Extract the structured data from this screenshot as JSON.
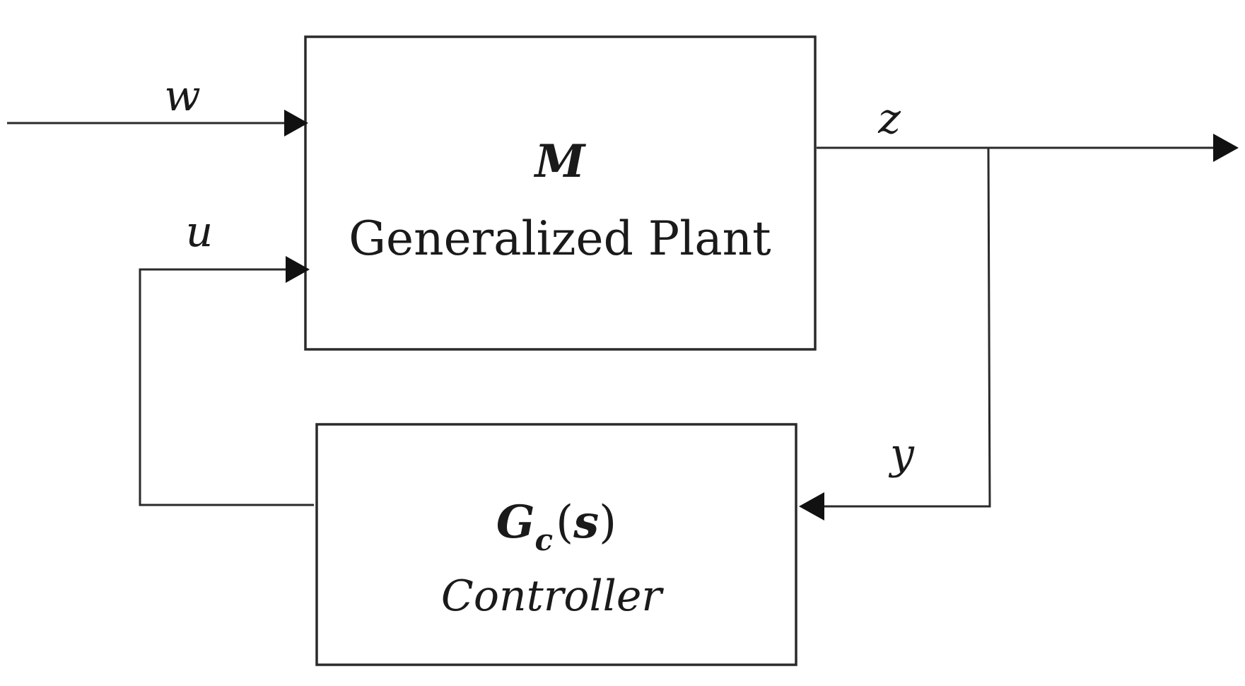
{
  "blocks": {
    "plant": {
      "symbol": "M",
      "name": "Generalized Plant"
    },
    "controller": {
      "symbol": "G",
      "subscript": "c",
      "argument_open": "(",
      "argument": "s",
      "argument_close": ")",
      "name": "Controller"
    }
  },
  "signals": {
    "w": "w",
    "u": "u",
    "z": "z",
    "y": "y"
  },
  "colors": {
    "stroke": "#2a2a2a",
    "text": "#1a1a1a",
    "background": "#ffffff"
  }
}
